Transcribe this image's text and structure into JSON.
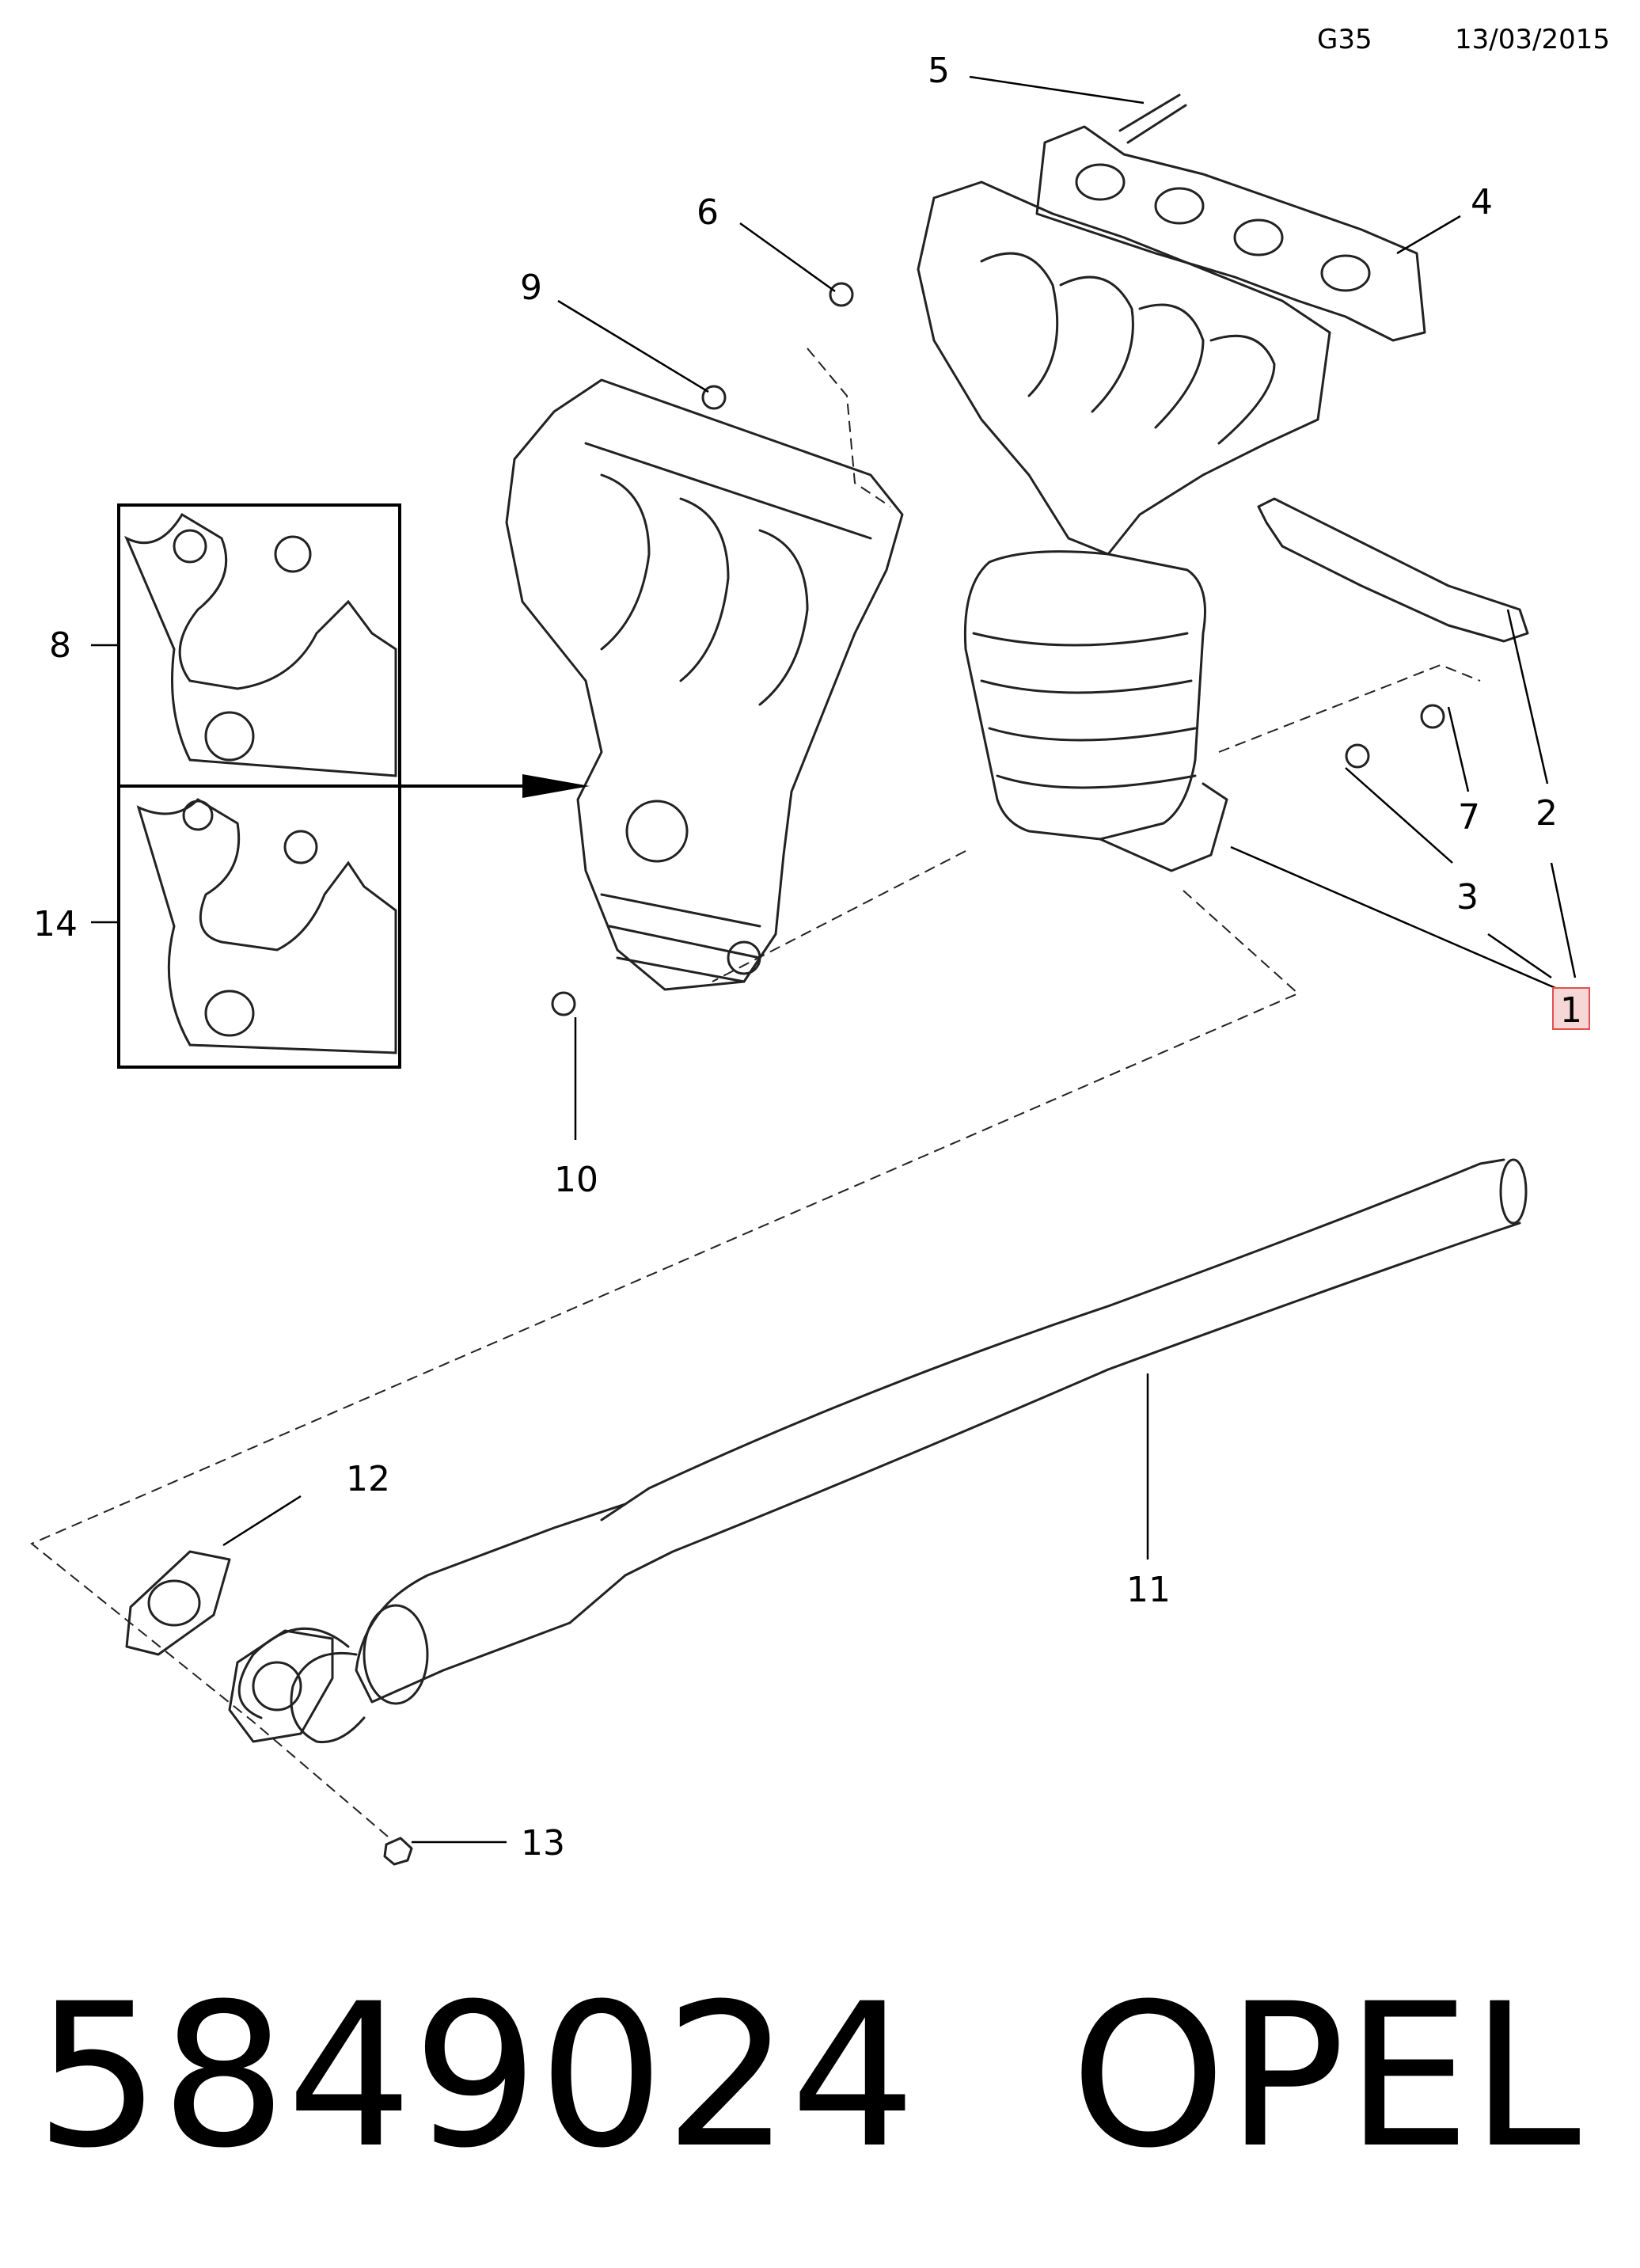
{
  "header": {
    "code": "G35",
    "date": "13/03/2015"
  },
  "callouts": [
    "1",
    "2",
    "3",
    "4",
    "5",
    "6",
    "7",
    "8",
    "9",
    "10",
    "11",
    "12",
    "13",
    "14"
  ],
  "highlight_color": "#f7d6d6",
  "highlight_border": "#e05050",
  "footer": {
    "part_number": "5849024",
    "brand": "OPEL"
  }
}
